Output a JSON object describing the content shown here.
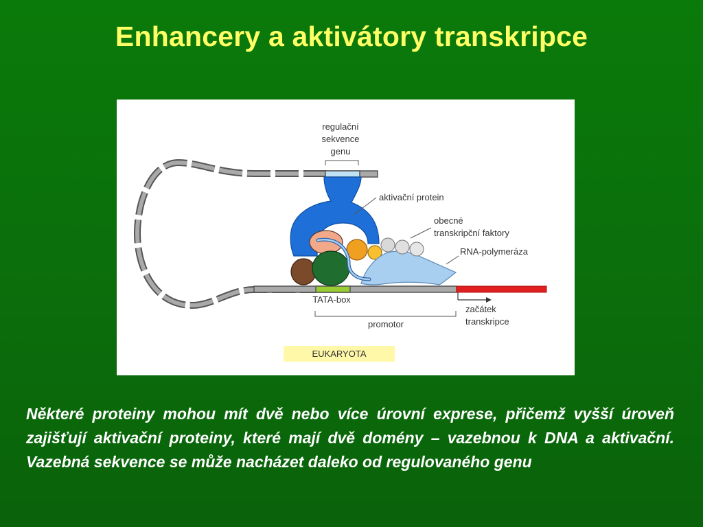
{
  "slide": {
    "title": "Enhancery a aktivátory transkripce",
    "caption": "Některé proteiny mohou mít dvě nebo více úrovní exprese, přičemž vyšší úroveň zajišťují aktivační proteiny, které mají dvě domény – vazebnou k DNA a aktivační. Vazebná sekvence se může nacházet daleko od regulovaného genu"
  },
  "diagram": {
    "labels": {
      "regulatory_line1": "regulační",
      "regulatory_line2": "sekvence",
      "regulatory_line3": "genu",
      "activator": "aktivační protein",
      "general_tf_line1": "obecné",
      "general_tf_line2": "transkripční faktory",
      "rna_polymerase": "RNA-polymeráza",
      "tata_box": "TATA-box",
      "promoter": "promotor",
      "start_line1": "začátek",
      "start_line2": "transkripce",
      "organism": "EUKARYOTA"
    },
    "colors": {
      "dna": "#8a8a8a",
      "regulatory_sequence": "#bfe3f5",
      "tata_box": "#9acd32",
      "transcribed_region": "#e02020",
      "activator_protein": "#1e6fd8",
      "rna_polymerase": "#a8cff0",
      "organism_label_bg": "#fff8a8"
    }
  }
}
